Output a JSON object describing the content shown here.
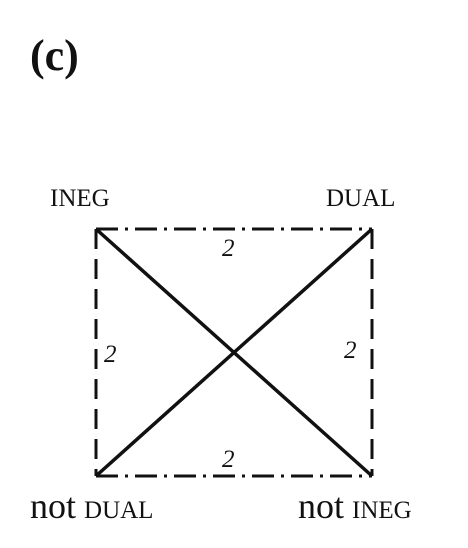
{
  "panel_label": "(c)",
  "nodes": {
    "top_left": "INEG",
    "top_right": "DUAL",
    "bottom_left_prefix": "not",
    "bottom_left": "DUAL",
    "bottom_right_prefix": "not",
    "bottom_right": "INEG"
  },
  "edges": {
    "top": "2",
    "left": "2",
    "right": "2",
    "bottom": "2"
  }
}
